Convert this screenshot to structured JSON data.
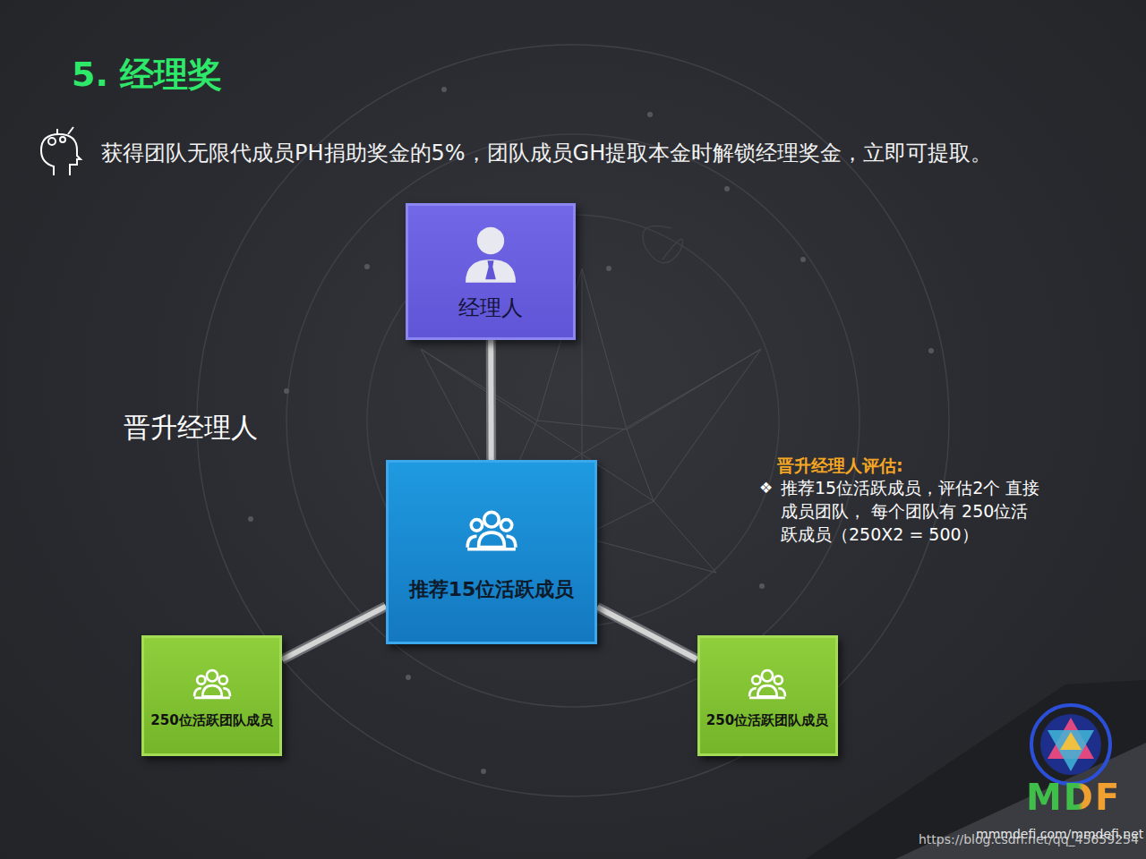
{
  "diagram": {
    "title": "5. 经理奖",
    "nodes": [
      {
        "text": [
          "经理人"
        ]
      },
      {
        "text": [
          "推荐15位活跃成员"
        ]
      },
      {
        "text": [
          "250位活跃团队成员"
        ]
      },
      {
        "text": [
          "250位活跃团队成员"
        ]
      }
    ],
    "edges": [
      {
        "from": 0,
        "to": 1,
        "arrow": "none"
      },
      {
        "from": 1,
        "to": 2,
        "arrow": "none"
      },
      {
        "from": 1,
        "to": 3,
        "arrow": "none"
      }
    ],
    "labels": [
      "获得团队无限代成员PH捐助奖金的5%，团队成员GH提取本金时解锁经理奖金，立即可提取。",
      "晋升经理人",
      "晋升经理人评估:",
      "❖",
      "推荐15位活跃成员，评估2个 直接成员团队， 每个团队有 250位活跃成员（250X2 = 500）",
      "MDF",
      "https://blog.csdn.net/qq_45659254",
      "mmmdefi.com/mmdefi.net"
    ]
  }
}
